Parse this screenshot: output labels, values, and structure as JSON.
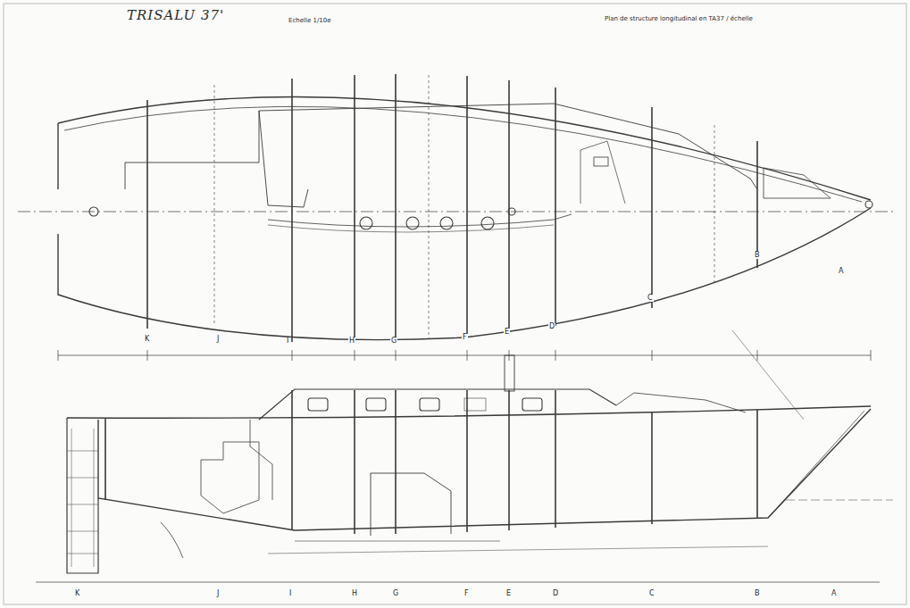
{
  "diagram": {
    "title": "TRISALU 37'",
    "labels": [
      "Echelle 1/10e",
      "Plan de structure longitudinal en TA37 / échelle",
      "K",
      "J",
      "I",
      "H",
      "G",
      "F",
      "E",
      "D",
      "C",
      "B",
      "A",
      "K",
      "J",
      "I",
      "H",
      "G",
      "F",
      "E",
      "D",
      "C",
      "B",
      "A"
    ]
  }
}
